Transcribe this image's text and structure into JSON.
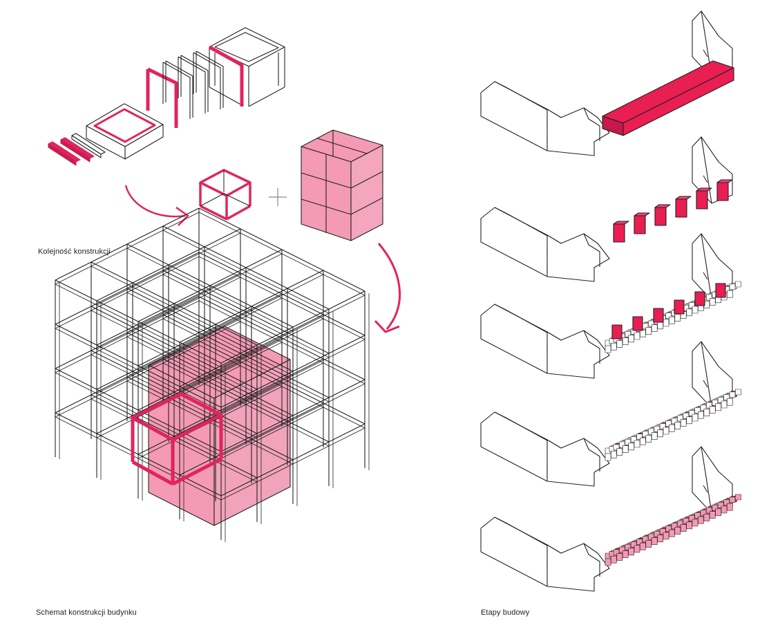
{
  "captions": {
    "sequence": "Kolejność konstrukcji",
    "scheme": "Schemat konstrukcji budynku",
    "stages": "Etapy budowy"
  },
  "colors": {
    "accent": "#e0245e",
    "accent_fill": "#e91e52",
    "module_pink": "#f49ab5",
    "line": "#222222",
    "background": "#ffffff"
  },
  "icons": {
    "plus": "plus-icon",
    "arrow": "curved-arrow-icon"
  }
}
